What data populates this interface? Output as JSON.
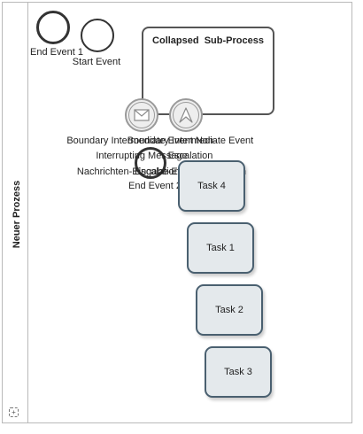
{
  "pool": {
    "name": "Neuer Prozess"
  },
  "events": {
    "end_event_1": {
      "label": "End Event 1"
    },
    "start_event": {
      "label": "Start Event"
    },
    "end_event_2": {
      "label": "End Event 2"
    }
  },
  "subprocess": {
    "title": "Collapsed  Sub-Process"
  },
  "boundary_message": {
    "lines": [
      "Boundary Intermediate Event Non-",
      "Interrupting Message",
      "Nachrichten-Eingabe-Ereignis"
    ]
  },
  "boundary_escalation": {
    "lines": [
      "Boundary Intermediate Event",
      "Escalation",
      "Escalation Eventdefinition"
    ]
  },
  "tasks": [
    {
      "label": "Task 4"
    },
    {
      "label": "Task 1"
    },
    {
      "label": "Task 2"
    },
    {
      "label": "Task 3"
    }
  ],
  "icons": {
    "message": "envelope-icon",
    "escalation": "escalation-arrow-icon",
    "subprocess_marker": "collapsed-subprocess-icon"
  },
  "colors": {
    "task_fill": "#e4e9ec",
    "task_border": "#4a6070",
    "event_stroke": "#333333"
  }
}
